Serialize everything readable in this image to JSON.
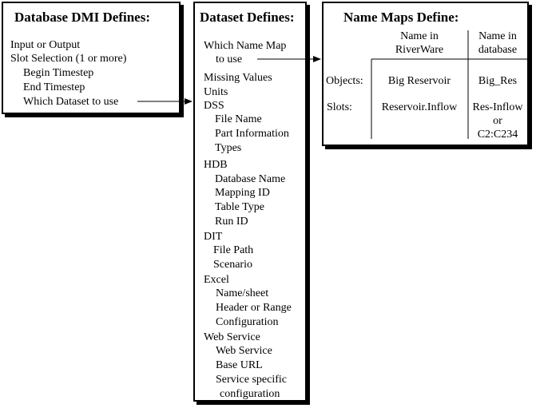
{
  "dmi": {
    "title": "Database DMI Defines:",
    "items": [
      "Input or Output",
      "Slot Selection (1 or more)",
      "Begin Timestep",
      "End Timestep",
      "Which Dataset to use"
    ]
  },
  "dataset": {
    "title": "Dataset Defines:",
    "which_line1": "Which Name Map",
    "which_line2": "to use",
    "missing": "Missing Values",
    "units": "Units",
    "dss": {
      "label": "DSS",
      "items": [
        "File Name",
        "Part Information",
        "Types"
      ]
    },
    "hdb": {
      "label": "HDB",
      "items": [
        "Database Name",
        "Mapping ID",
        "Table Type",
        "Run ID"
      ]
    },
    "dit": {
      "label": "DIT",
      "items": [
        "File Path",
        "Scenario"
      ]
    },
    "excel": {
      "label": "Excel",
      "items": [
        "Name/sheet",
        "Header or Range",
        "Configuration"
      ]
    },
    "web": {
      "label": "Web Service",
      "items": [
        "Web Service",
        "Base URL",
        "Service specific",
        "configuration"
      ]
    }
  },
  "namemaps": {
    "title": "Name Maps Define:",
    "col1_line1": "Name in",
    "col1_line2": "RiverWare",
    "col2_line1": "Name in",
    "col2_line2": "database",
    "row1_label": "Objects:",
    "row1_col1": "Big Reservoir",
    "row1_col2": "Big_Res",
    "row2_label": "Slots:",
    "row2_col1": "Reservoir.Inflow",
    "row2_col2_line1": "Res-Inflow",
    "row2_col2_line2": "or",
    "row2_col2_line3": "C2:C234"
  }
}
